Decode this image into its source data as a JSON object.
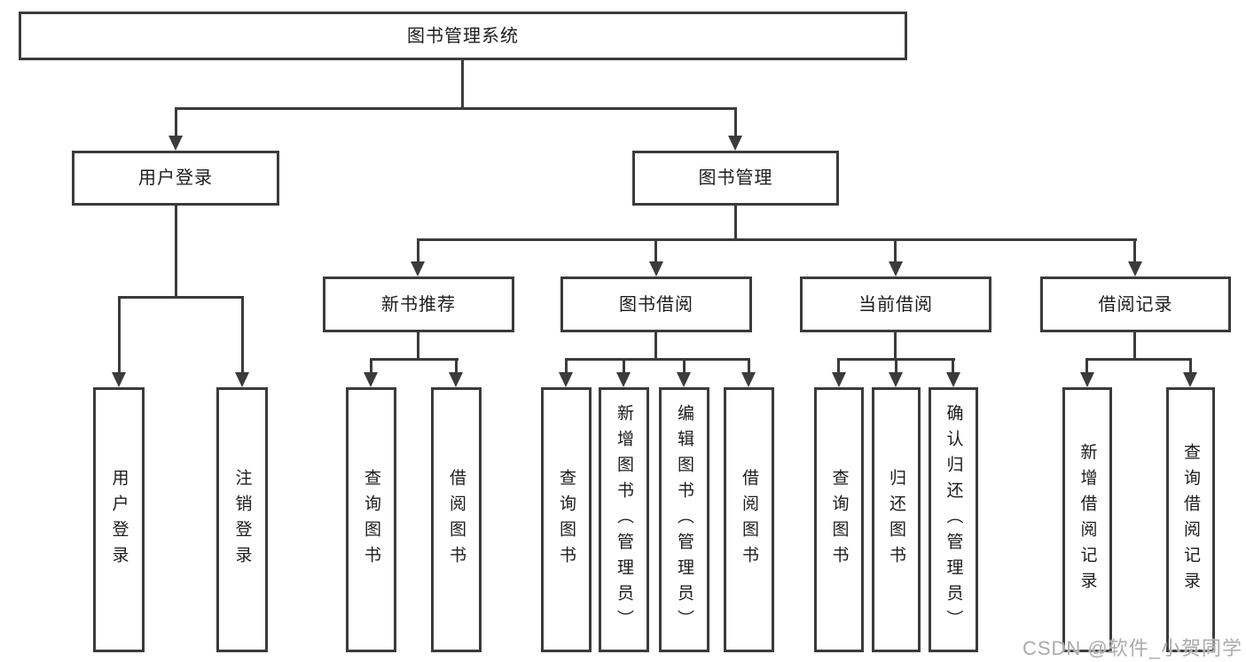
{
  "tree": {
    "root": {
      "label": "图书管理系统",
      "children": [
        {
          "label": "用户登录",
          "children": [
            {
              "label": "用户登录"
            },
            {
              "label": "注销登录"
            }
          ]
        },
        {
          "label": "图书管理",
          "children": [
            {
              "label": "新书推荐",
              "children": [
                {
                  "label": "查询图书"
                },
                {
                  "label": "借阅图书"
                }
              ]
            },
            {
              "label": "图书借阅",
              "children": [
                {
                  "label": "查询图书"
                },
                {
                  "label": "新增图书（管理员）"
                },
                {
                  "label": "编辑图书（管理员）"
                },
                {
                  "label": "借阅图书"
                }
              ]
            },
            {
              "label": "当前借阅",
              "children": [
                {
                  "label": "查询图书"
                },
                {
                  "label": "归还图书"
                },
                {
                  "label": "确认归还（管理员）"
                }
              ]
            },
            {
              "label": "借阅记录",
              "children": [
                {
                  "label": "新增借阅记录"
                },
                {
                  "label": "查询借阅记录"
                }
              ]
            }
          ]
        }
      ]
    }
  },
  "watermark": {
    "text": "CSDN @软件_小贺同学"
  },
  "colors": {
    "line": "#3b3b3b",
    "text": "#1c1c1c",
    "watermark": "#ababab",
    "background": "#ffffff"
  }
}
